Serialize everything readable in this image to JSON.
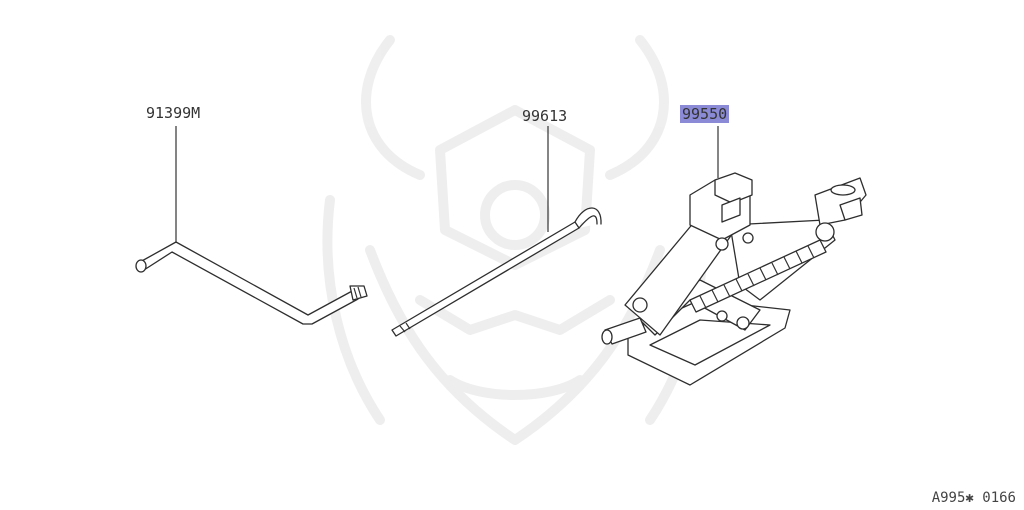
{
  "parts": [
    {
      "id": "wrench",
      "number": "91399M",
      "highlighted": false
    },
    {
      "id": "jack-handle",
      "number": "99613",
      "highlighted": false
    },
    {
      "id": "jack",
      "number": "99550",
      "highlighted": true
    }
  ],
  "diagram_ref": "A995✱ 0166",
  "colors": {
    "highlight": "#8a8ad6",
    "line": "#2e2e2e",
    "watermark": "#ededed"
  }
}
